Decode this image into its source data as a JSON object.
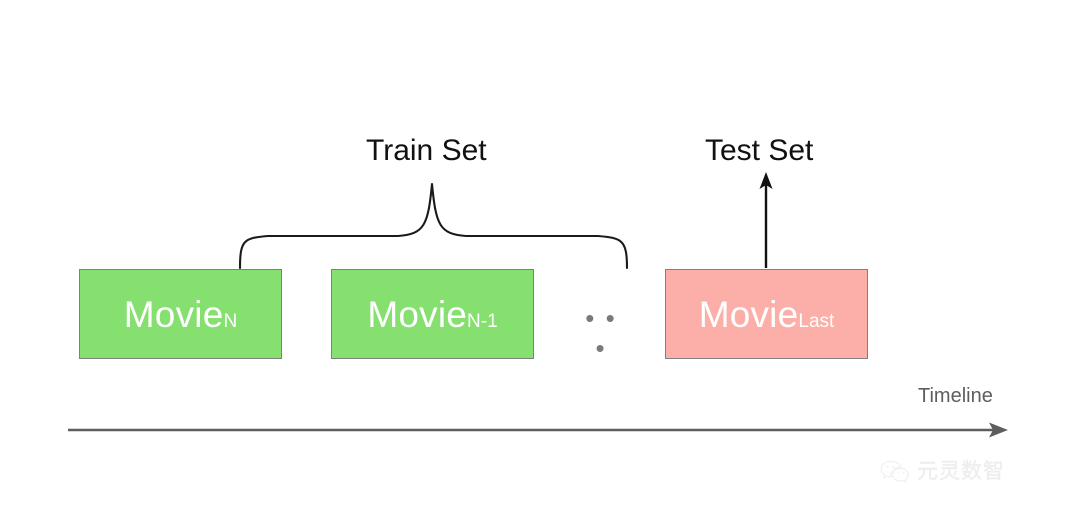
{
  "diagram": {
    "title_train": "Train Set",
    "title_test": "Test Set",
    "timeline_label": "Timeline",
    "ellipsis": "• • •",
    "colors": {
      "train_box_fill": "#85E070",
      "test_box_fill": "#FCAFA8",
      "box_border": "#808080",
      "box_text": "#FFFFFF",
      "title_text": "#111111",
      "timeline_stroke": "#5E5E5E",
      "brace_stroke": "#1A1A1A",
      "arrow_stroke": "#111111",
      "watermark_text": "#E3E3E3"
    },
    "boxes": [
      {
        "name": "movie-n",
        "base": "Movie",
        "subscript": "N",
        "group": "train"
      },
      {
        "name": "movie-n1",
        "base": "Movie",
        "subscript": "N-1",
        "group": "train"
      },
      {
        "name": "movie-last",
        "base": "Movie",
        "subscript": "Last",
        "group": "test"
      }
    ]
  },
  "watermark": {
    "text": "元灵数智",
    "icon": "wechat-icon"
  }
}
